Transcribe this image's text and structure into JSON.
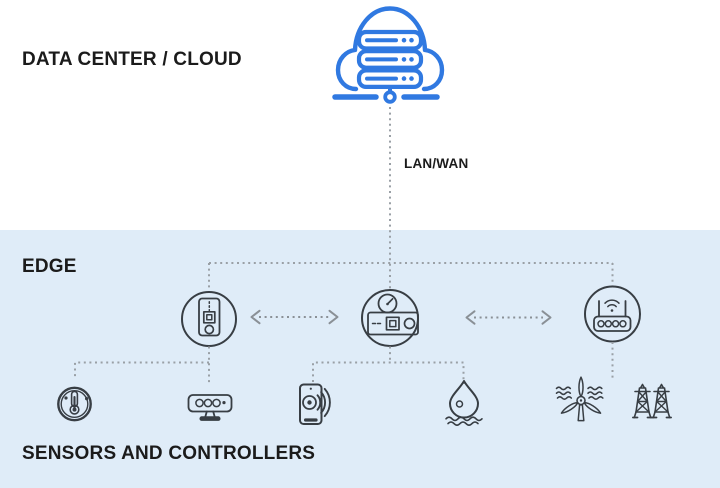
{
  "title": "Edge computing architecture diagram",
  "colors": {
    "accent_blue": "#3079e1",
    "edge_bg": "#dfecf8",
    "icon_dark": "#383e44",
    "connector_gray": "#9aa0a6",
    "arrow_gray": "#8a9096",
    "text_color": "#1b1b1b",
    "top_bg": "#ffffff"
  },
  "zones": {
    "cloud": {
      "label": "DATA CENTER / CLOUD"
    },
    "edge": {
      "label": "EDGE"
    },
    "sensors": {
      "label": "SENSORS AND CONTROLLERS"
    }
  },
  "connectors": {
    "cloud_to_edge_label": "LAN/WAN",
    "cloud_to_edge_style": "dotted-vertical",
    "edge_trunk_style": "dotted-horizontal",
    "peer_links": "double-headed dotted arrows between edge devices"
  },
  "icons": {
    "cloud": "cloud-with-server-rack-icon",
    "edge_devices": [
      "iot-gateway-tower-icon",
      "edge-appliance-gauge-icon",
      "wifi-router-icon"
    ],
    "sensors": [
      "thermometer-dial-icon",
      "camera-sensor-bar-icon",
      "smartphone-sound-icon",
      "water-drop-icon",
      "wind-turbine-icon",
      "power-transmission-towers-icon"
    ]
  }
}
